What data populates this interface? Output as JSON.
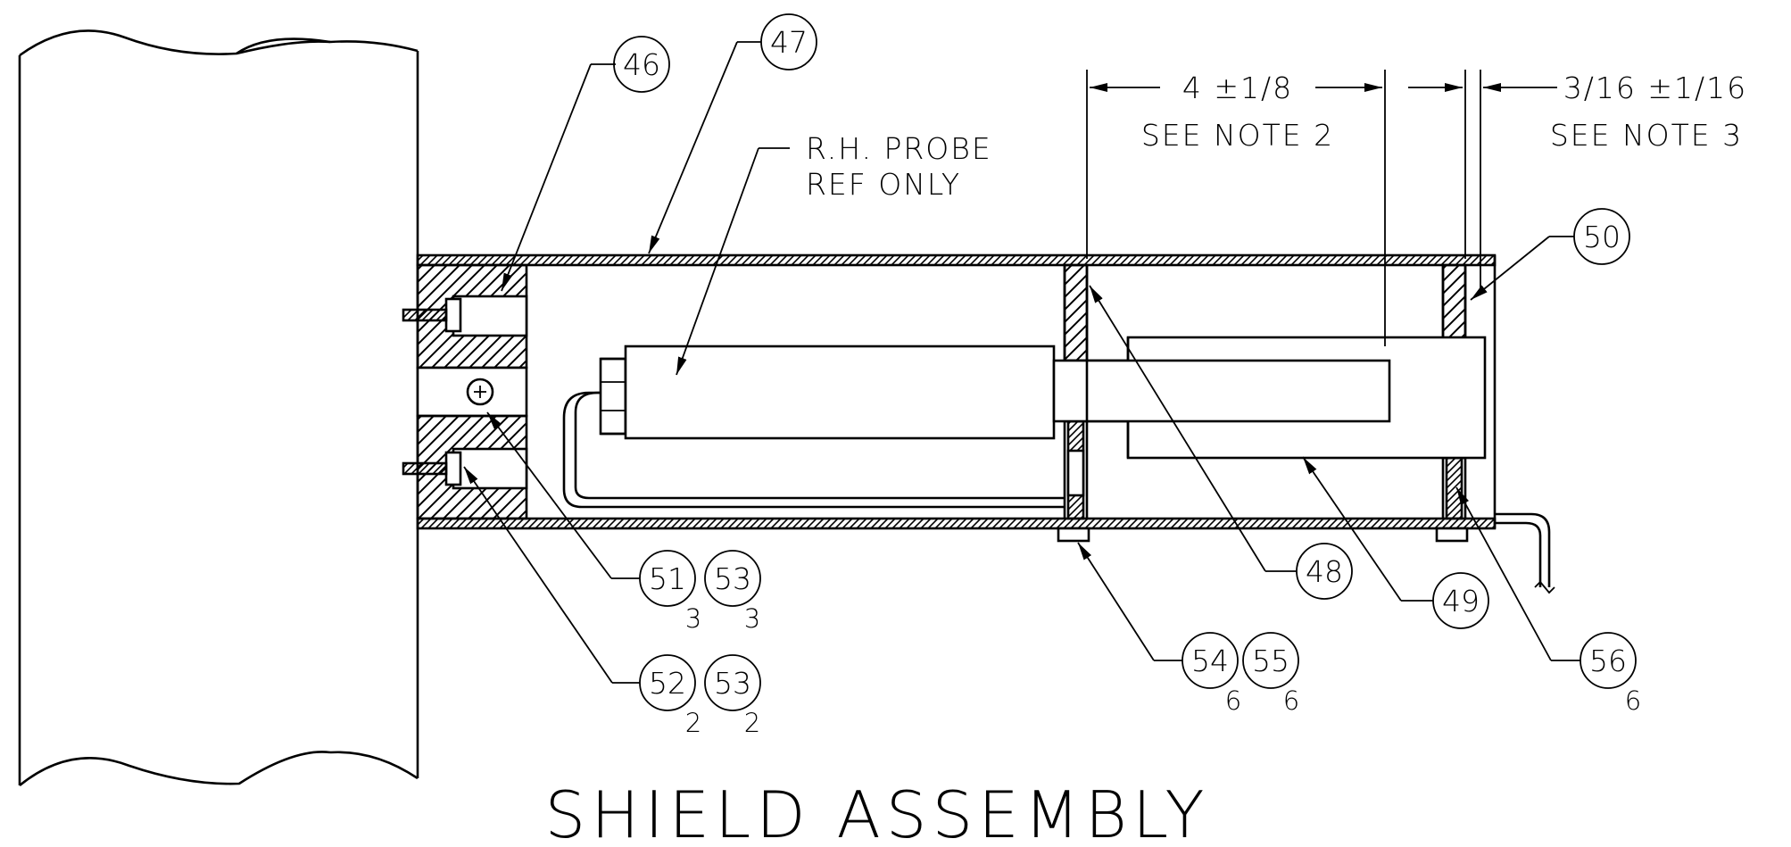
{
  "title": "SHIELD ASSEMBLY",
  "notes": {
    "probe": [
      "R.H. PROBE",
      "REF ONLY"
    ],
    "dim_length": "4 ±1/8",
    "dim_length_note": "SEE NOTE 2",
    "dim_gap": "3/16 ±1/16",
    "dim_gap_note": "SEE NOTE 3"
  },
  "balloons": [
    {
      "id": "b46",
      "label": "46",
      "qty": ""
    },
    {
      "id": "b47",
      "label": "47",
      "qty": ""
    },
    {
      "id": "b48",
      "label": "48",
      "qty": ""
    },
    {
      "id": "b49",
      "label": "49",
      "qty": ""
    },
    {
      "id": "b50",
      "label": "50",
      "qty": ""
    },
    {
      "id": "b51",
      "label": "51",
      "qty": "3"
    },
    {
      "id": "b53a",
      "label": "53",
      "qty": "3"
    },
    {
      "id": "b52",
      "label": "52",
      "qty": "2"
    },
    {
      "id": "b53b",
      "label": "53",
      "qty": "2"
    },
    {
      "id": "b54",
      "label": "54",
      "qty": "6"
    },
    {
      "id": "b55",
      "label": "55",
      "qty": "6"
    },
    {
      "id": "b56",
      "label": "56",
      "qty": "6"
    }
  ],
  "colors": {
    "line": "#000000",
    "background": "#ffffff"
  }
}
